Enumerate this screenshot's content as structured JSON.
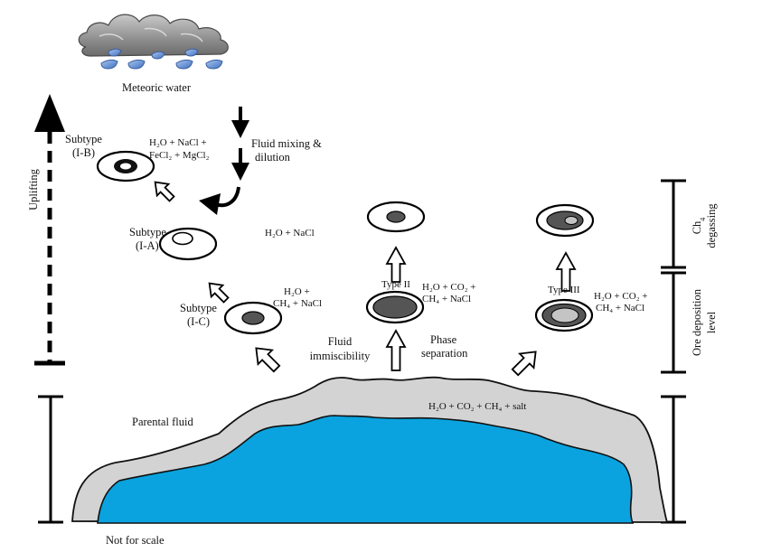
{
  "labels": {
    "meteoric_water": "Meteoric water",
    "uplifting": "Uplifting",
    "fluid_mixing_1": "Fluid mixing &",
    "fluid_mixing_2": "dilution",
    "subtype_ib_1": "Subtype",
    "subtype_ib_2": "(I-B)",
    "subtype_ia_1": "Subtype",
    "subtype_ia_2": "(I-A)",
    "subtype_ic_1": "Subtype",
    "subtype_ic_2": "(I-C)",
    "type_ii": "Type II",
    "type_iii": "Type III",
    "fluid_immiscibility_1": "Fluid",
    "fluid_immiscibility_2": "immiscibility",
    "phase_separation_1": "Phase",
    "phase_separation_2": "separation",
    "parental_fluid": "Parental fluid",
    "not_for_scale": "Not for scale",
    "ch4_degassing_1": "Ch",
    "ch4_degassing_sub": "4",
    "ch4_degassing_2": "degassing",
    "ore_deposition_1": "Ore deposition",
    "ore_deposition_2": "level"
  },
  "compositions": {
    "ib_line1": "H₂O + NaCl +",
    "ib_line2": "FeCl₂ + MgCl₂",
    "ia": "H₂O + NaCl",
    "ic_line1": "H₂O +",
    "ic_line2": "CH₄ + NaCl",
    "ii_line1": "H₂O + CO₂ +",
    "ii_line2": "CH₄ + NaCl",
    "iii_line1": "H₂O + CO₂ +",
    "iii_line2": "CH₄ + NaCl",
    "parental": "H₂O + CO₂ + CH₄ + salt"
  },
  "colors": {
    "fluid_blue": "#0aa3df",
    "rock_gray": "#d3d3d3",
    "cloud_gray": "#9a9a9a",
    "rain_blue": "#5b8fd6",
    "inclusion_dark": "#555555",
    "inclusion_light": "#c4c4c4"
  }
}
